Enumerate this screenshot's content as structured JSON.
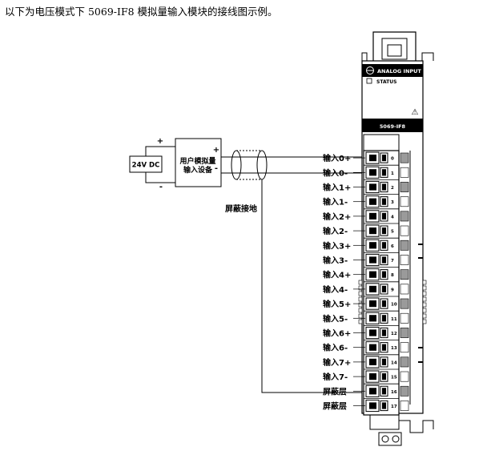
{
  "heading": "以下为电压模式下 5069-IF8 模拟量输入模块的接线图示例。",
  "source": {
    "voltage_label": "24V DC",
    "device_line1": "用户模拟量",
    "device_line2": "输入设备",
    "plus_sign": "+",
    "minus_sign": "-"
  },
  "shield_label": "屏蔽接地",
  "module": {
    "header_label": "ANALOG INPUT",
    "status_label": "STATUS",
    "catalog_label": "5069-IF8",
    "warning_symbol": "⚠"
  },
  "terminal_labels": [
    "输入0+",
    "输入0-",
    "输入1+",
    "输入1-",
    "输入2+",
    "输入2-",
    "输入3+",
    "输入3-",
    "输入4+",
    "输入4-",
    "输入5+",
    "输入5-",
    "输入6+",
    "输入6-",
    "输入7+",
    "输入7-",
    "屏蔽层",
    "屏蔽层"
  ],
  "terminal_numbers": [
    "0",
    "1",
    "2",
    "3",
    "4",
    "5",
    "6",
    "7",
    "8",
    "9",
    "10",
    "11",
    "12",
    "13",
    "14",
    "15",
    "16",
    "17"
  ]
}
